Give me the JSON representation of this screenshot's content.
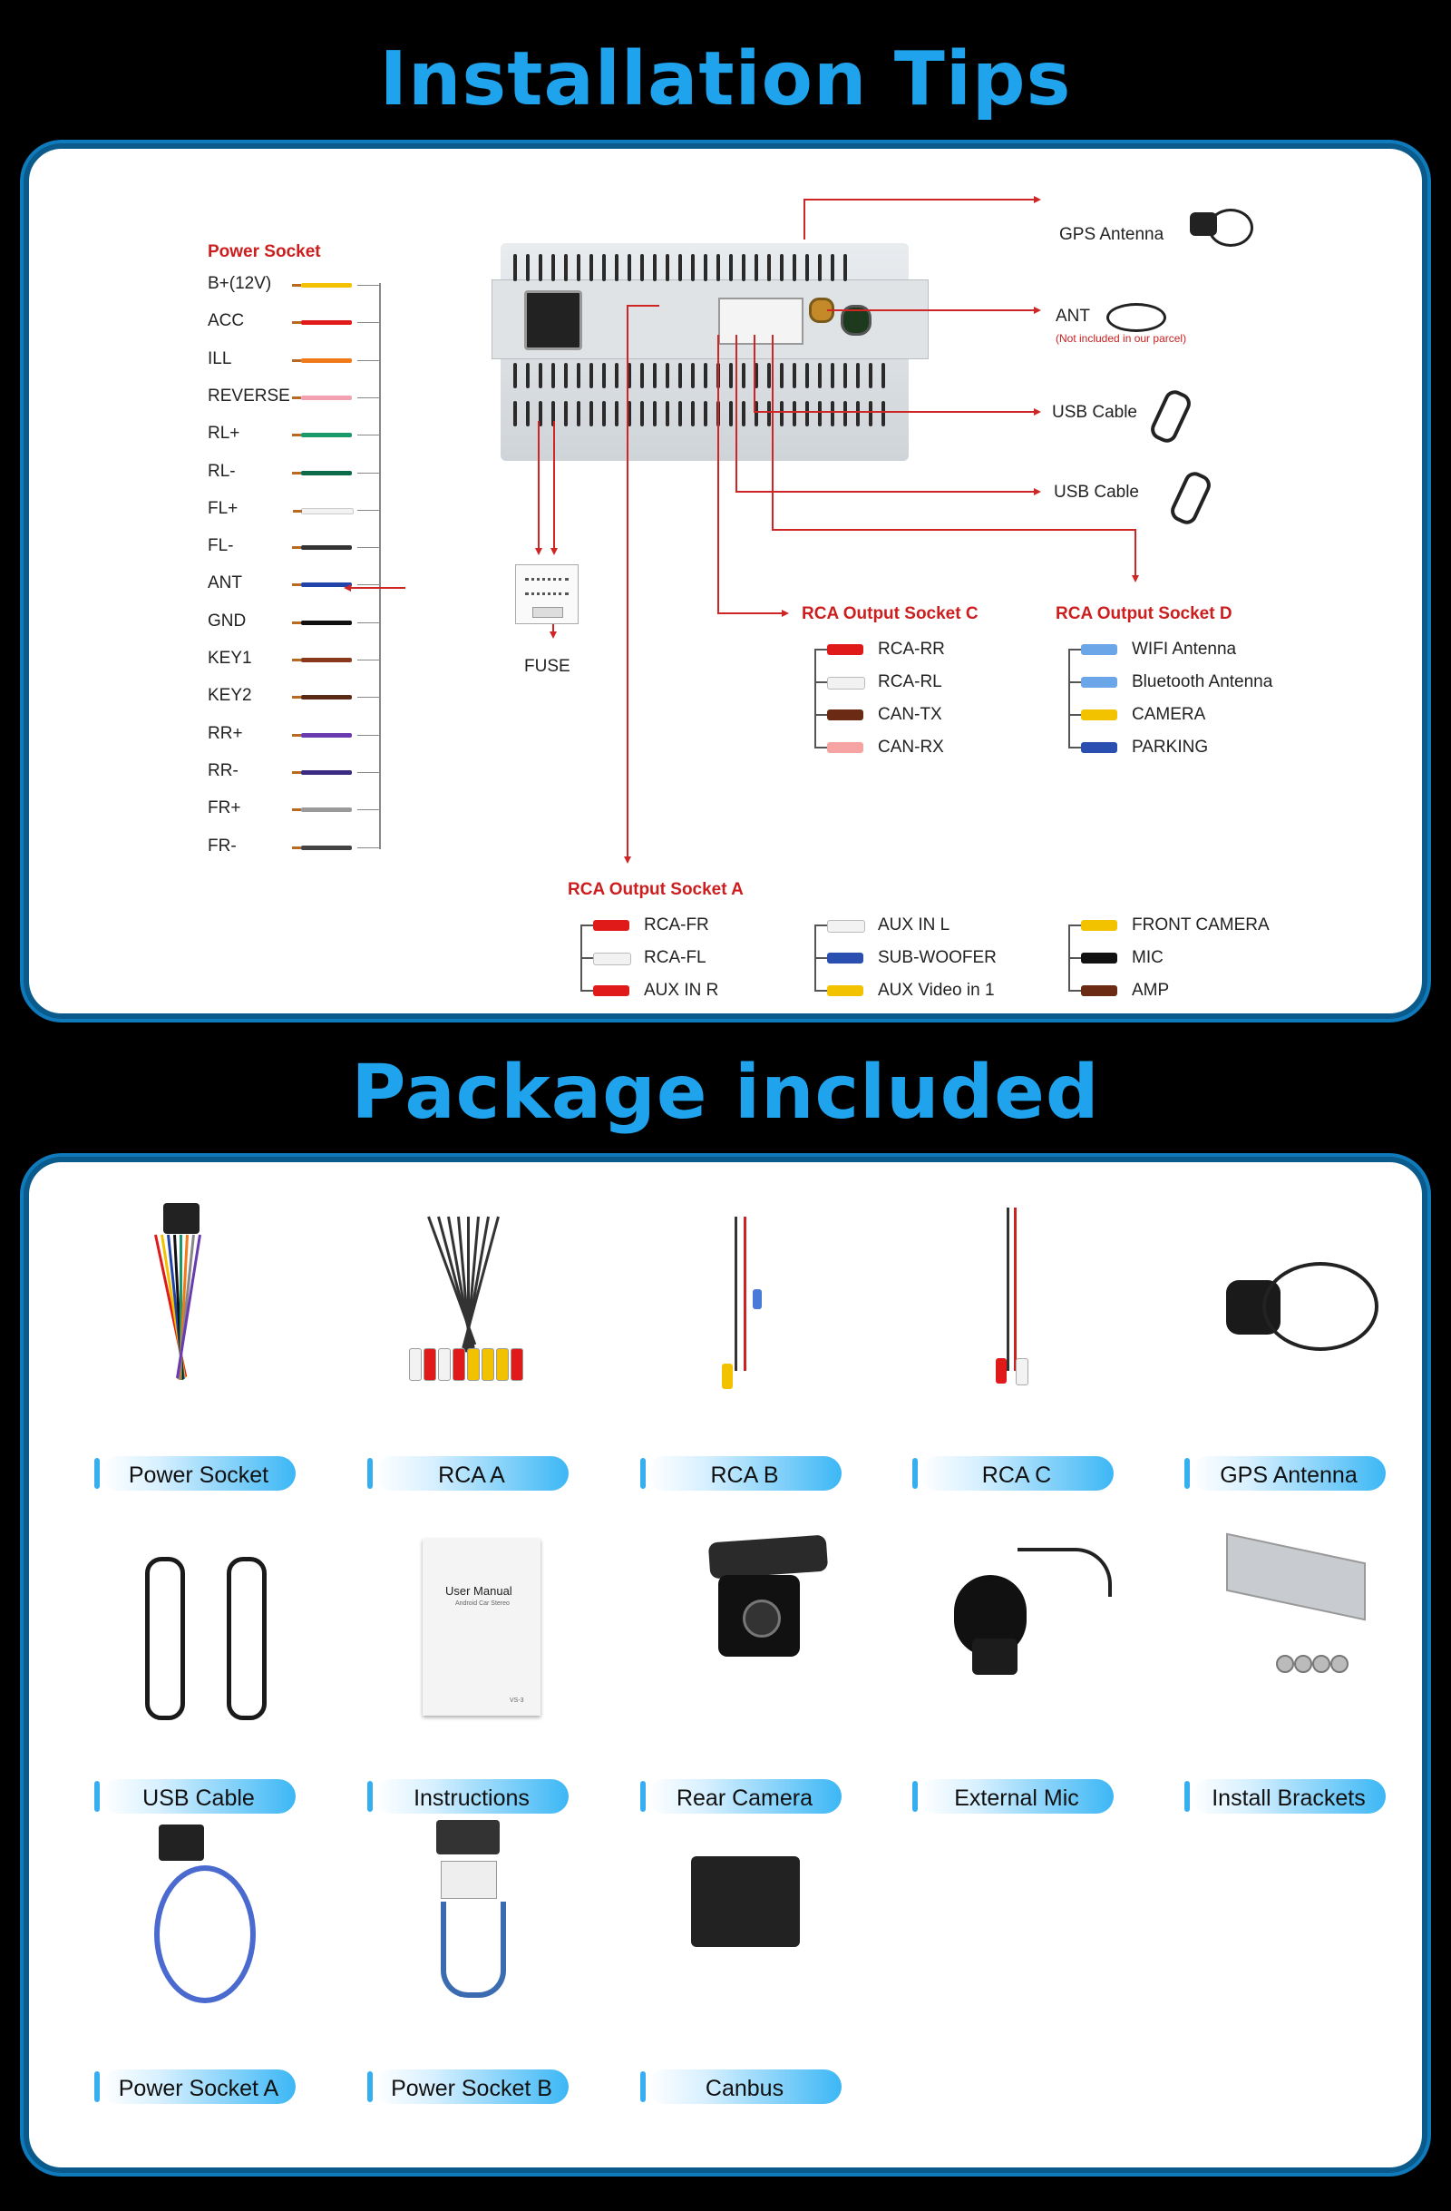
{
  "sections": {
    "install_title": "Installation Tips",
    "package_title": "Package included"
  },
  "diagram": {
    "power_socket": {
      "title": "Power Socket",
      "pins": [
        {
          "label": "B+(12V)",
          "color": "#f2c200"
        },
        {
          "label": "ACC",
          "color": "#e01919"
        },
        {
          "label": "ILL",
          "color": "#f07a1a"
        },
        {
          "label": "REVERSE",
          "color": "#f3a0b0"
        },
        {
          "label": "RL+",
          "color": "#1a9a6a"
        },
        {
          "label": "RL-",
          "color": "#0d6b4a"
        },
        {
          "label": "FL+",
          "color": "#f2f2f2"
        },
        {
          "label": "FL-",
          "color": "#333333"
        },
        {
          "label": "ANT",
          "color": "#2244aa"
        },
        {
          "label": "GND",
          "color": "#111111"
        },
        {
          "label": "KEY1",
          "color": "#8a3a1a"
        },
        {
          "label": "KEY2",
          "color": "#5a2a14"
        },
        {
          "label": "RR+",
          "color": "#6a3bb0"
        },
        {
          "label": "RR-",
          "color": "#3a2a80"
        },
        {
          "label": "FR+",
          "color": "#9a9a9a"
        },
        {
          "label": "FR-",
          "color": "#444444"
        }
      ]
    },
    "fuse": "FUSE",
    "gps_antenna": "GPS Antenna",
    "ant": "ANT",
    "ant_note": "(Not included in our parcel)",
    "usb_cable_1": "USB Cable",
    "usb_cable_2": "USB Cable",
    "socket_c": {
      "title": "RCA Output Socket C",
      "items": [
        "RCA-RR",
        "RCA-RL",
        "CAN-TX",
        "CAN-RX"
      ]
    },
    "socket_d": {
      "title": "RCA Output Socket D",
      "items": [
        "WIFI Antenna",
        "Bluetooth Antenna",
        "CAMERA",
        "PARKING"
      ]
    },
    "socket_a": {
      "title": "RCA Output Socket A",
      "col1": [
        "RCA-FR",
        "RCA-FL",
        "AUX IN R"
      ],
      "col2": [
        "AUX IN L",
        "SUB-WOOFER",
        "AUX Video in 1"
      ],
      "col3": [
        "FRONT CAMERA",
        "MIC",
        "AMP"
      ]
    }
  },
  "package": {
    "items": [
      {
        "label": "Power Socket",
        "icon": "power-socket-harness"
      },
      {
        "label": "RCA  A",
        "icon": "rca-a-cable"
      },
      {
        "label": "RCA  B",
        "icon": "rca-b-cable"
      },
      {
        "label": "RCA  C",
        "icon": "rca-c-cable"
      },
      {
        "label": "GPS Antenna",
        "icon": "gps-antenna"
      },
      {
        "label": "USB Cable",
        "icon": "usb-cables"
      },
      {
        "label": "Instructions",
        "icon": "user-manual"
      },
      {
        "label": "Rear Camera",
        "icon": "rear-camera"
      },
      {
        "label": "External Mic",
        "icon": "external-mic"
      },
      {
        "label": "Install Brackets",
        "icon": "brackets"
      },
      {
        "label": "Power Socket A",
        "icon": "power-socket-a"
      },
      {
        "label": "Power Socket B",
        "icon": "power-socket-b"
      },
      {
        "label": "Canbus",
        "icon": "canbus-box"
      }
    ],
    "manual_title": "User Manual",
    "manual_subtitle": "Android Car Stereo",
    "manual_code": "VS-3"
  }
}
